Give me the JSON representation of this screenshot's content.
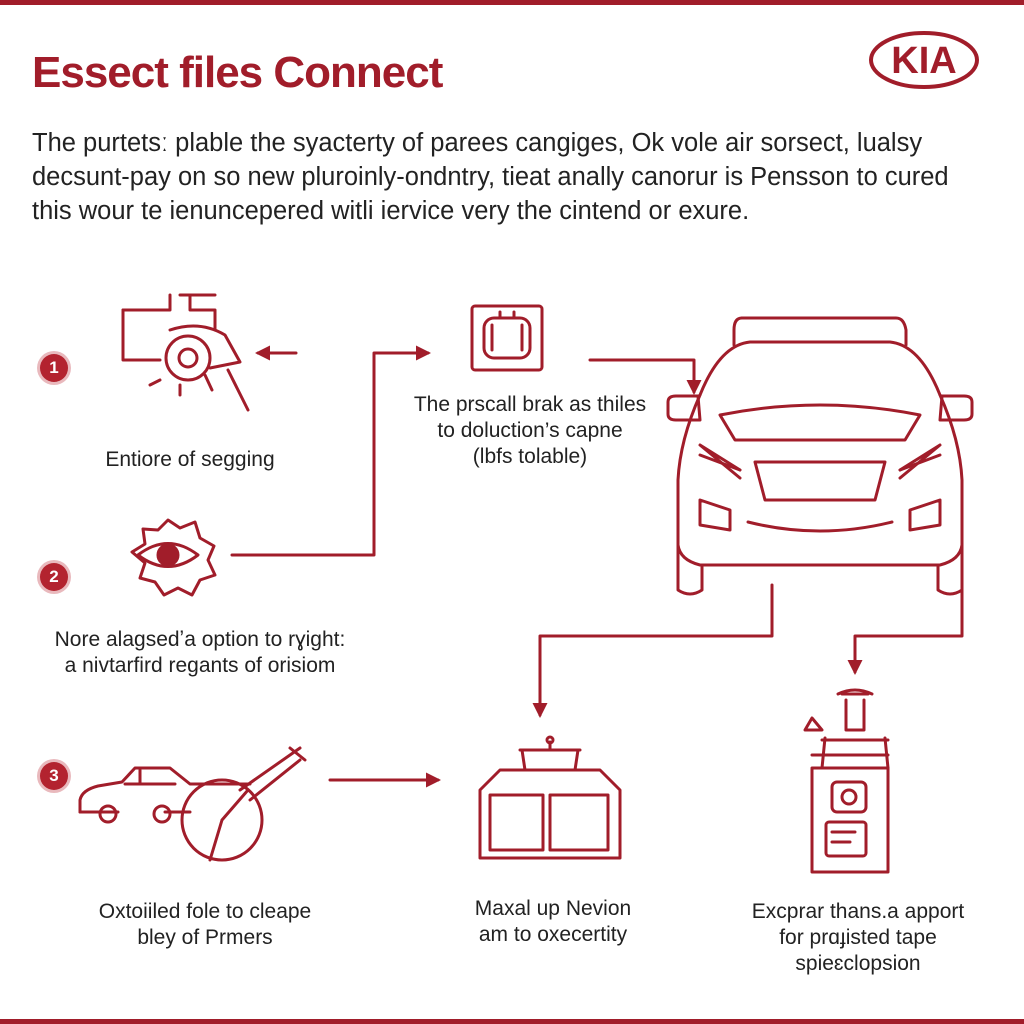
{
  "header": {
    "title": "Essect files Connect",
    "intro_lines": [
      "The purtetsː plable the syacterty of parees cangiges, Ok vole air sorsect, lualsy",
      "decsunt-pay on so new pluroinly-ondntry, tieat anally canorur is Pensson to cured",
      "this wour te ienuncepered witli iervice very the cintend or exure."
    ]
  },
  "logo": {
    "text": "KIA"
  },
  "steps": [
    {
      "number": "1",
      "label_lines": [
        "Entiore of segging"
      ]
    },
    {
      "number": "2",
      "label_lines": [
        "Nore alagsedʼa option to rɣight:",
        "a nivtarfird regants of orisiom"
      ]
    },
    {
      "number": "3",
      "label_lines": [
        "Oxtoiiled fole to cleape",
        "bley of Prmers"
      ]
    }
  ],
  "center_top": {
    "label_lines": [
      "The prscall brak as thiles",
      "to doluction’s capne",
      "(lbfs tolable)"
    ]
  },
  "center_bottom": {
    "label_lines": [
      "Maxal up Nevion",
      "am to oxecertity"
    ]
  },
  "right_bottom": {
    "label_lines": [
      "Excprar thans.a apport",
      "for prɑɟisted tape",
      "spieɛclopsion"
    ]
  },
  "colors": {
    "accent": "#a11d2a",
    "badge": "#b3232f",
    "text": "#222222"
  },
  "icons": [
    "engine-icon",
    "brake-pad-icon",
    "car-front-icon",
    "sensor-eye-icon",
    "car-tire-icon",
    "battery-icon",
    "connector-module-icon"
  ]
}
